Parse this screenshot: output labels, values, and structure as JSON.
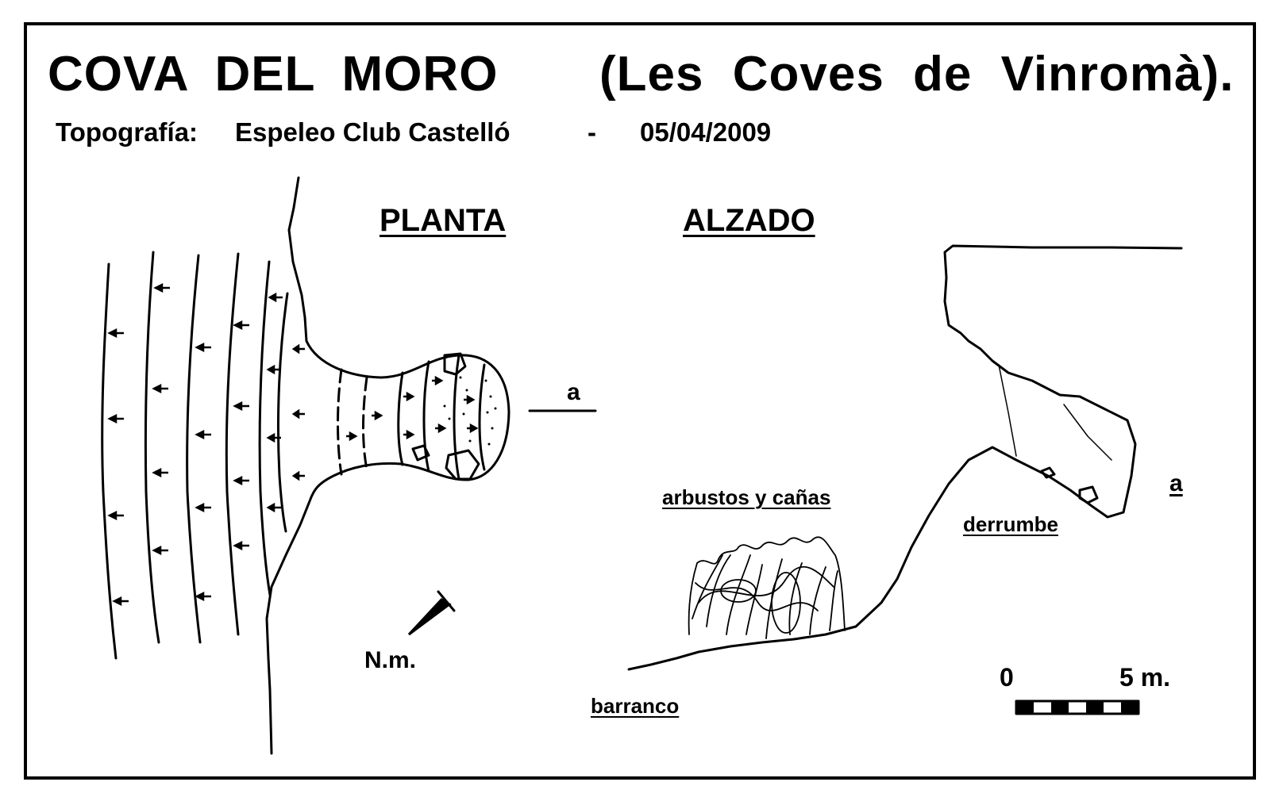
{
  "title": {
    "main": "COVA  DEL  MORO",
    "place": "(Les Coves de Vinromà)."
  },
  "credits": {
    "label": "Topografía:",
    "author": "Espeleo Club Castelló",
    "separator": "-",
    "date": "05/04/2009"
  },
  "sections": {
    "plan": "PLANTA",
    "elevation": "ALZADO"
  },
  "plan": {
    "section_marker": "a",
    "north_label": "N.m."
  },
  "elevation": {
    "section_marker": "a",
    "vegetation_label": "arbustos y cañas",
    "collapse_label": "derrumbe",
    "ravine_label": "barranco"
  },
  "scale_bar": {
    "start_label": "0",
    "end_label": "5 m."
  },
  "colors": {
    "ink": "#000000",
    "paper": "#ffffff"
  }
}
